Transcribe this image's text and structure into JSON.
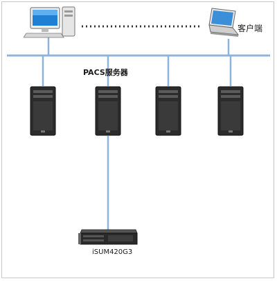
{
  "labels": {
    "pacs_server": "PACS服务器",
    "client": "客户端",
    "storage": "iSUM420G3"
  },
  "icons": {
    "desktop": "desktop-computer-icon",
    "laptop": "laptop-icon",
    "tower": "tower-server-icon",
    "rack": "rack-storage-icon"
  },
  "colors": {
    "network_line": "#8fb4d9",
    "client_link": "#333333",
    "server_body": "#2b2b2b",
    "screen": "#1e7fd4"
  }
}
